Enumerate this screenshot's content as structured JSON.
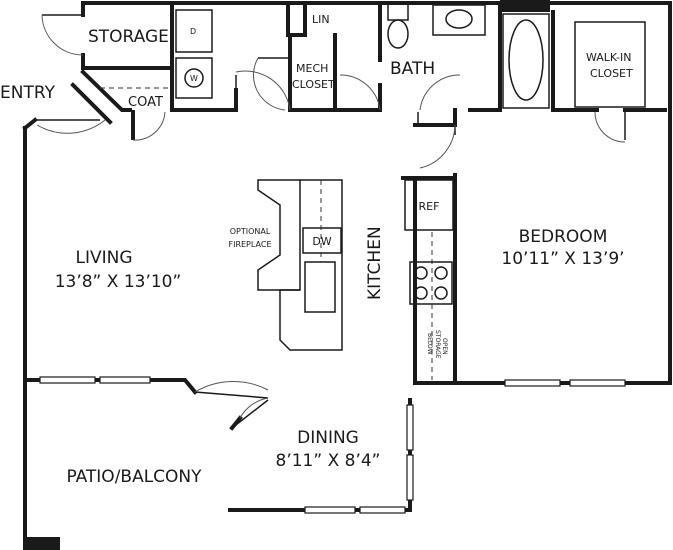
{
  "rooms": {
    "storage": "STORAGE",
    "entry": "ENTRY",
    "coat": "COAT",
    "dryer": "D",
    "washer": "W",
    "linen": "LIN",
    "mech_closet": [
      "MECH",
      "CLOSET"
    ],
    "bath": "BATH",
    "walk_in_closet": [
      "WALK-IN",
      "CLOSET"
    ],
    "living": {
      "name": "LIVING",
      "dimensions": "13’8” X 13’10”"
    },
    "fireplace": [
      "OPTIONAL",
      "FIREPLACE"
    ],
    "dishwasher": "DW",
    "kitchen": "KITCHEN",
    "refrigerator": "REF",
    "open_storage": [
      "OPEN",
      "STORAGE",
      "BELOW"
    ],
    "bedroom": {
      "name": "BEDROOM",
      "dimensions": "10’11” X 13’9’"
    },
    "dining": {
      "name": "DINING",
      "dimensions": "8’11” X 8’4”"
    },
    "patio": "PATIO/BALCONY"
  }
}
